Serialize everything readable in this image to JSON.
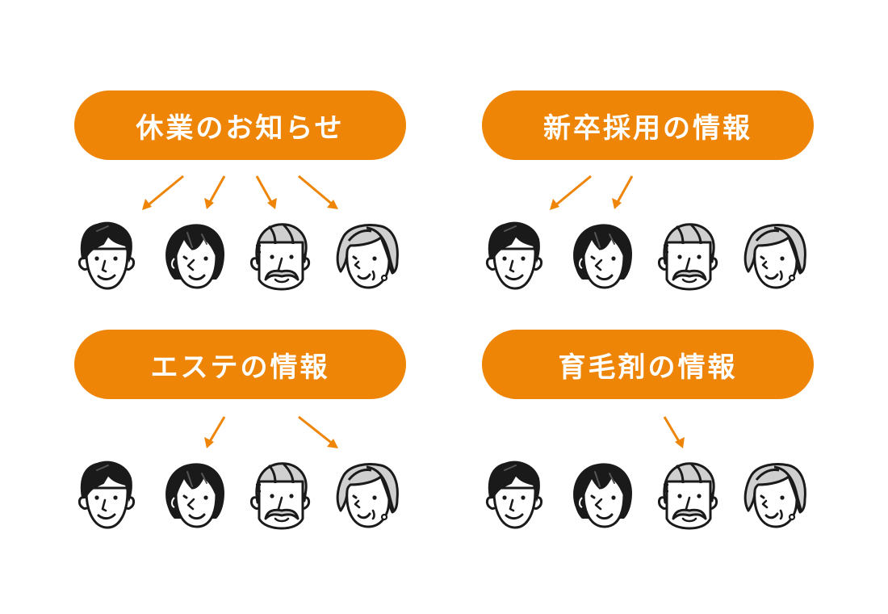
{
  "colors": {
    "accent": "#ee8506",
    "label_text": "#ffffff",
    "line": "#1a1a1a",
    "gray_hair": "#cfcfcf",
    "background": "#ffffff"
  },
  "people": [
    {
      "id": "young-man",
      "description": "young man with black hair"
    },
    {
      "id": "young-woman",
      "description": "young woman with black bob hair"
    },
    {
      "id": "older-man",
      "description": "older man with gray hair and mustache"
    },
    {
      "id": "older-woman",
      "description": "older woman with gray hair and earring"
    }
  ],
  "panels": [
    {
      "label": "休業のお知らせ",
      "targets": [
        0,
        1,
        2,
        3
      ]
    },
    {
      "label": "新卒採用の情報",
      "targets": [
        0,
        1
      ]
    },
    {
      "label": "エステの情報",
      "targets": [
        1,
        3
      ]
    },
    {
      "label": "育毛剤の情報",
      "targets": [
        2
      ]
    }
  ]
}
